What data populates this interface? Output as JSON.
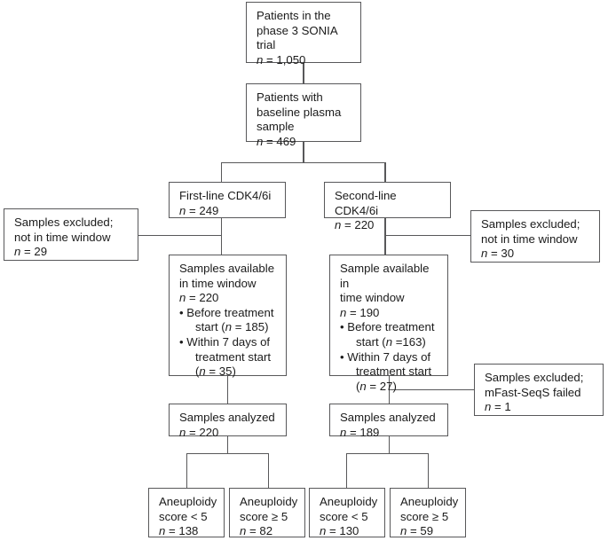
{
  "diagram": {
    "title": "SONIA trial sample flow diagram",
    "type": "consort-flowchart",
    "border_color": "#58585a",
    "text_color": "#1b1b1b",
    "background": "#ffffff",
    "nodes": {
      "enrolled": {
        "l1": "Patients in the",
        "l2": "phase 3 SONIA",
        "l3": "trial",
        "n_symbol": "n",
        "n_value": " = 1,050"
      },
      "baseline": {
        "l1": "Patients with",
        "l2": "baseline plasma",
        "l3": "sample",
        "n_symbol": "n",
        "n_value": " = 469"
      },
      "first_line": {
        "l1": "First-line CDK4/6i",
        "n_symbol": "n",
        "n_value": " = 249"
      },
      "second_line": {
        "l1": "Second-line CDK4/6i",
        "n_symbol": "n",
        "n_value": " = 220"
      },
      "excluded_left": {
        "l1": "Samples excluded;",
        "l2": "not in time window",
        "n_symbol": "n",
        "n_value": " = 29"
      },
      "excluded_right": {
        "l1": "Samples excluded;",
        "l2": "not in time window",
        "n_symbol": "n",
        "n_value": " = 30"
      },
      "available_left": {
        "l1": "Samples available",
        "l2": "in time window",
        "n_symbol": "n",
        "n_value": " = 220",
        "b1_a": "• Before treatment",
        "b1_b": "start (",
        "b1_n": "n",
        "b1_c": " = 185)",
        "b2_a": "• Within 7 days of",
        "b2_b": "treatment start",
        "b2_c": "(",
        "b2_n": "n",
        "b2_d": " = 35)"
      },
      "available_right": {
        "l1": "Sample available in",
        "l2": "time window",
        "n_symbol": "n",
        "n_value": " = 190",
        "b1_a": "• Before treatment",
        "b1_b": "start (",
        "b1_n": "n",
        "b1_c": " =163)",
        "b2_a": "• Within 7 days of",
        "b2_b": "treatment start",
        "b2_c": "(",
        "b2_n": "n",
        "b2_d": " = 27)"
      },
      "excluded_mfast": {
        "l1": "Samples excluded;",
        "l2": "mFast-SeqS failed",
        "n_symbol": "n",
        "n_value": " = 1"
      },
      "analyzed_left": {
        "l1": "Samples analyzed",
        "n_symbol": "n",
        "n_value": " = 220"
      },
      "analyzed_right": {
        "l1": "Samples analyzed",
        "n_symbol": "n",
        "n_value": " = 189"
      },
      "aneu_1": {
        "l1": "Aneuploidy",
        "l2": "score < 5",
        "n_symbol": "n",
        "n_value": " = 138"
      },
      "aneu_2": {
        "l1": "Aneuploidy",
        "l2": "score ≥ 5",
        "n_symbol": "n",
        "n_value": " = 82"
      },
      "aneu_3": {
        "l1": "Aneuploidy",
        "l2": "score < 5",
        "n_symbol": "n",
        "n_value": " = 130"
      },
      "aneu_4": {
        "l1": "Aneuploidy",
        "l2": "score ≥ 5",
        "n_symbol": "n",
        "n_value": " = 59"
      }
    }
  },
  "chart_data": {
    "type": "flowchart",
    "title": "SONIA trial sample flow",
    "nodes": [
      {
        "id": "enrolled",
        "label": "Patients in the phase 3 SONIA trial",
        "n": 1050
      },
      {
        "id": "baseline",
        "label": "Patients with baseline plasma sample",
        "n": 469
      },
      {
        "id": "first_line",
        "label": "First-line CDK4/6i",
        "n": 249
      },
      {
        "id": "second_line",
        "label": "Second-line CDK4/6i",
        "n": 220
      },
      {
        "id": "excluded_left",
        "label": "Samples excluded; not in time window",
        "n": 29
      },
      {
        "id": "excluded_right",
        "label": "Samples excluded; not in time window",
        "n": 30
      },
      {
        "id": "available_left",
        "label": "Samples available in time window",
        "n": 220,
        "sub": [
          {
            "label": "Before treatment start",
            "n": 185
          },
          {
            "label": "Within 7 days of treatment start",
            "n": 35
          }
        ]
      },
      {
        "id": "available_right",
        "label": "Sample available in time window",
        "n": 190,
        "sub": [
          {
            "label": "Before treatment start",
            "n": 163
          },
          {
            "label": "Within 7 days of treatment start",
            "n": 27
          }
        ]
      },
      {
        "id": "excluded_mfast",
        "label": "Samples excluded; mFast-SeqS failed",
        "n": 1
      },
      {
        "id": "analyzed_left",
        "label": "Samples analyzed",
        "n": 220
      },
      {
        "id": "analyzed_right",
        "label": "Samples analyzed",
        "n": 189
      },
      {
        "id": "aneu_1",
        "label": "Aneuploidy score < 5",
        "n": 138
      },
      {
        "id": "aneu_2",
        "label": "Aneuploidy score ≥ 5",
        "n": 82
      },
      {
        "id": "aneu_3",
        "label": "Aneuploidy score < 5",
        "n": 130
      },
      {
        "id": "aneu_4",
        "label": "Aneuploidy score ≥ 5",
        "n": 59
      }
    ],
    "edges": [
      [
        "enrolled",
        "baseline"
      ],
      [
        "baseline",
        "first_line"
      ],
      [
        "baseline",
        "second_line"
      ],
      [
        "first_line",
        "excluded_left"
      ],
      [
        "first_line",
        "available_left"
      ],
      [
        "second_line",
        "excluded_right"
      ],
      [
        "second_line",
        "available_right"
      ],
      [
        "available_left",
        "analyzed_left"
      ],
      [
        "available_right",
        "excluded_mfast"
      ],
      [
        "available_right",
        "analyzed_right"
      ],
      [
        "analyzed_left",
        "aneu_1"
      ],
      [
        "analyzed_left",
        "aneu_2"
      ],
      [
        "analyzed_right",
        "aneu_3"
      ],
      [
        "analyzed_right",
        "aneu_4"
      ]
    ]
  }
}
